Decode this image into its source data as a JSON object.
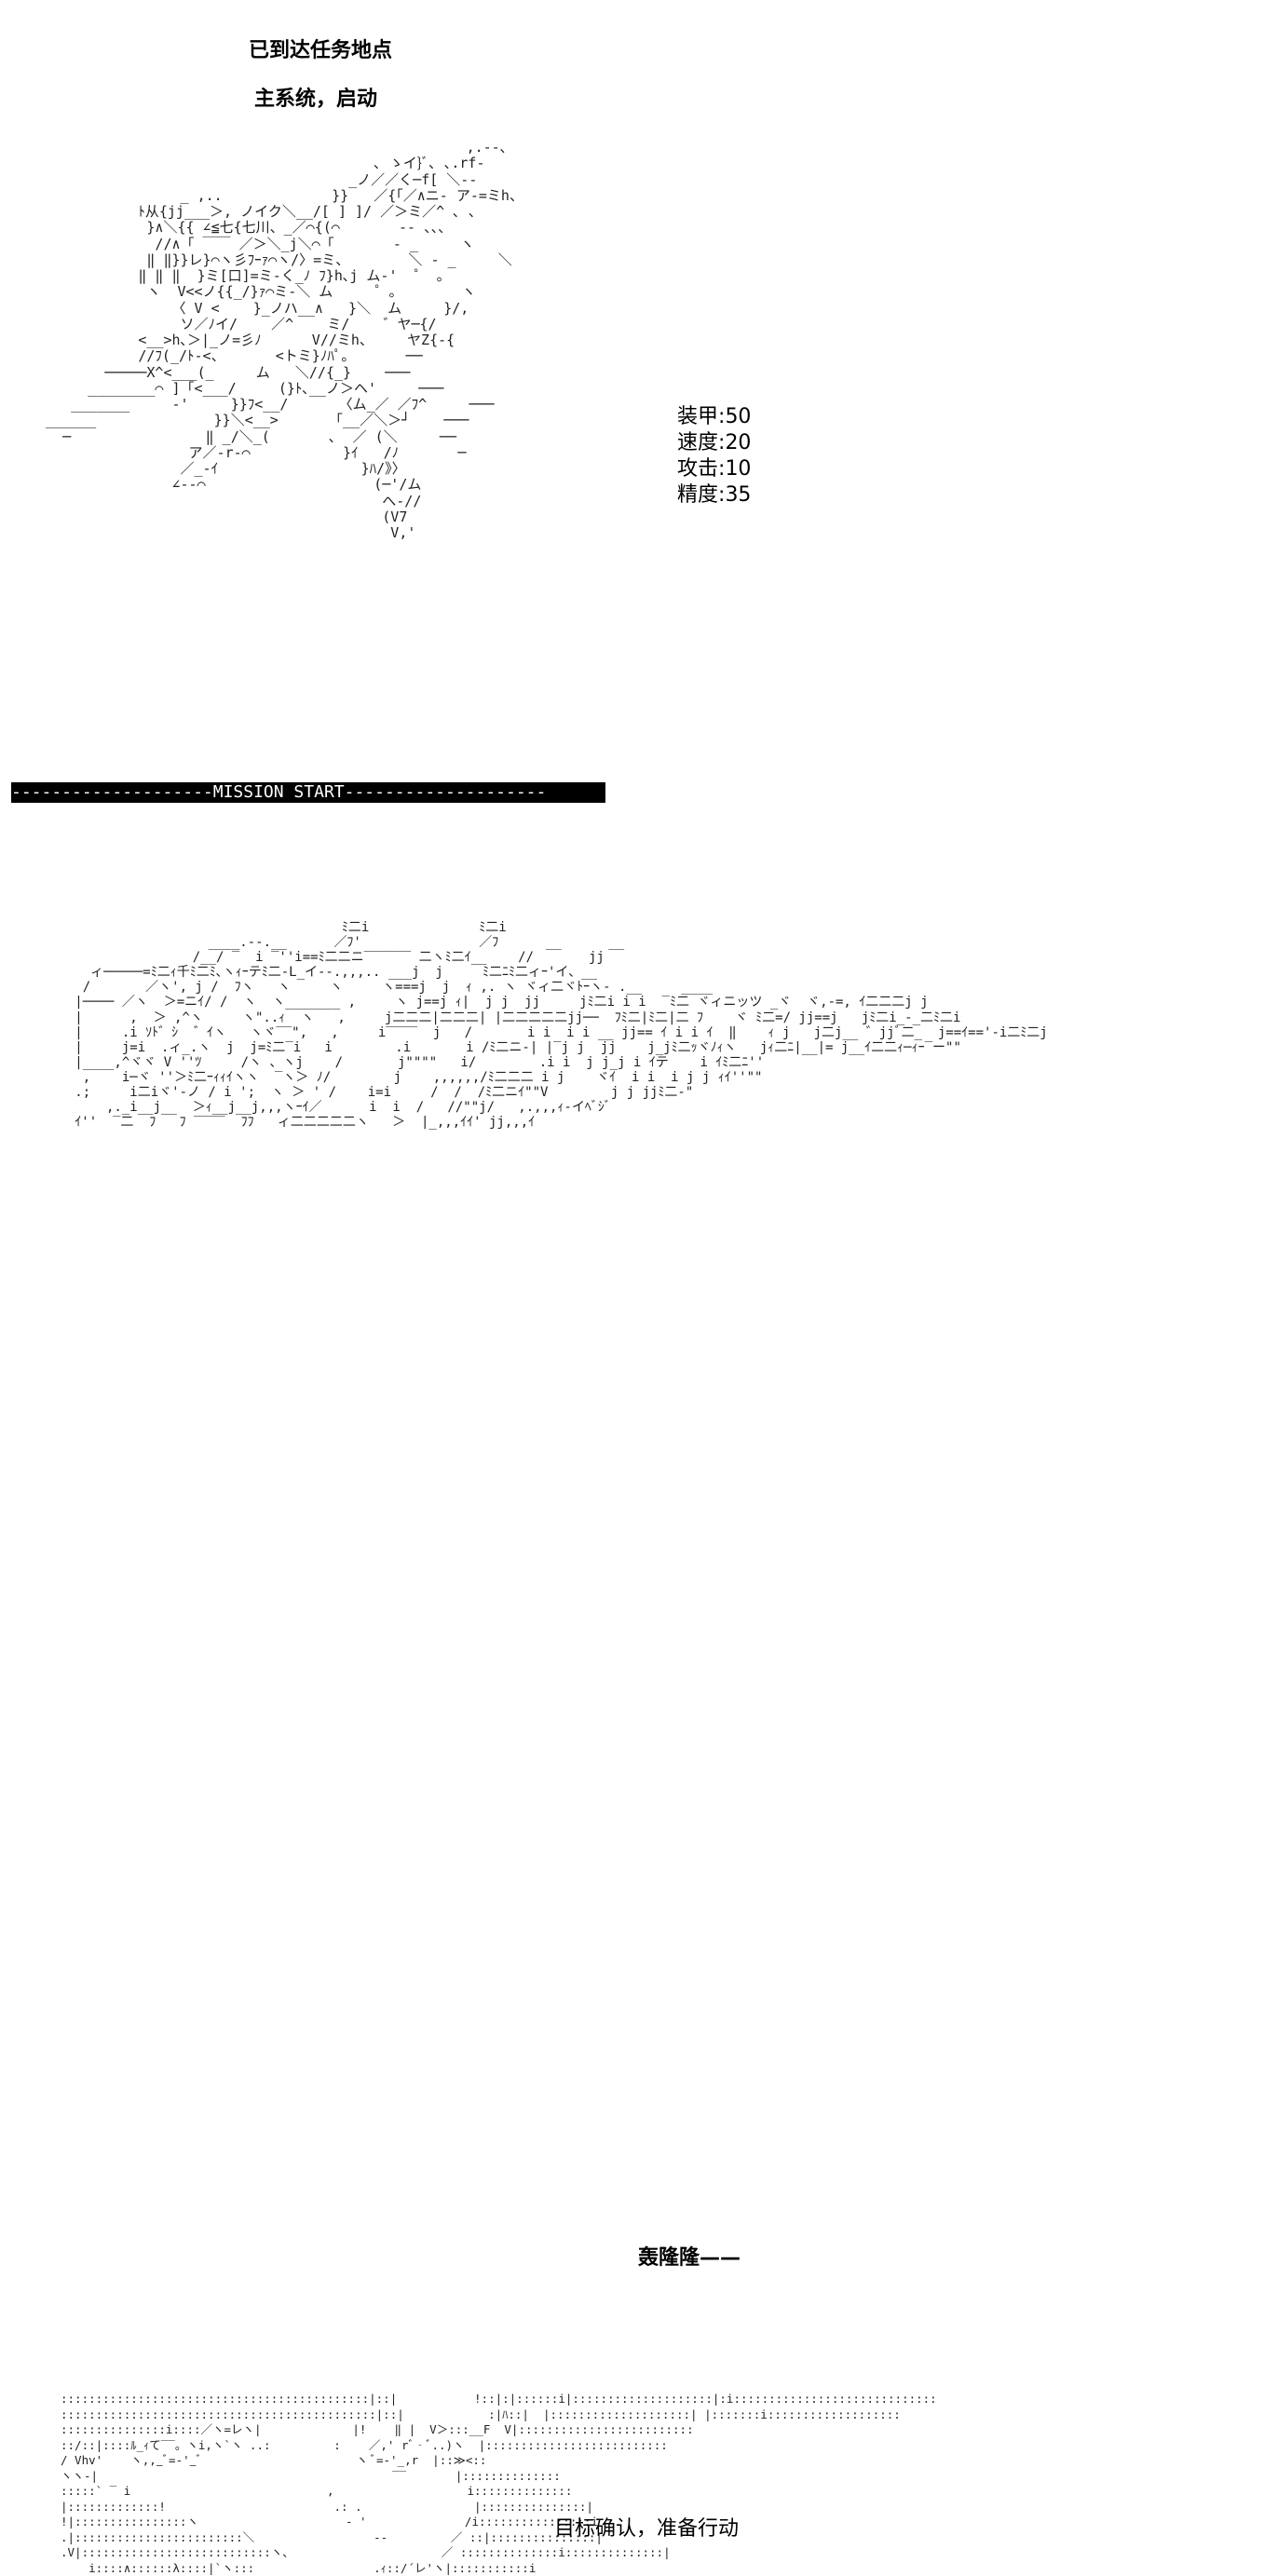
{
  "captions": {
    "arrived": "已到达任务地点",
    "system_start": "主系统，启动",
    "rumble": "轰隆隆——",
    "target_confirm": "目标确认，准备行动"
  },
  "stats": [
    {
      "label": "装甲",
      "value": "50"
    },
    {
      "label": "速度",
      "value": "20"
    },
    {
      "label": "攻击",
      "value": "10"
    },
    {
      "label": "精度",
      "value": "35"
    }
  ],
  "banner": "--------------------MISSION START--------------------"
}
